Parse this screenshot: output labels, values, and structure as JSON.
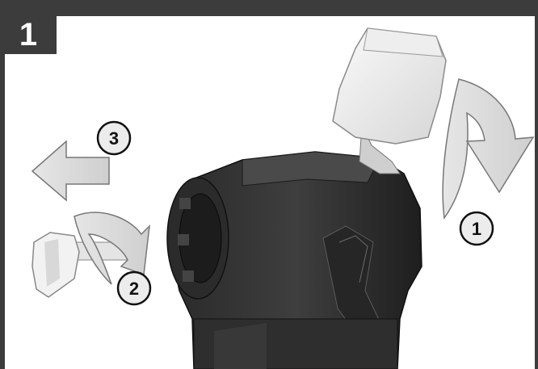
{
  "step": {
    "number": "1"
  },
  "callouts": [
    {
      "label": "1"
    },
    {
      "label": "2"
    },
    {
      "label": "3"
    }
  ]
}
